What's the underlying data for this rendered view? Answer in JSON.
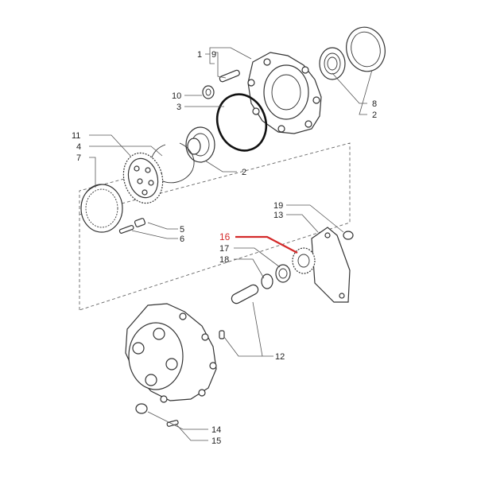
{
  "diagram": {
    "highlight_color": "#d42a2a",
    "labels": {
      "l1": "1",
      "l9": "9",
      "l10": "10",
      "l3": "3",
      "l8": "8",
      "l2a": "2",
      "l11": "11",
      "l4": "4",
      "l7": "7",
      "l2b": "2",
      "l5": "5",
      "l6": "6",
      "l19": "19",
      "l13": "13",
      "l16": "16",
      "l17": "17",
      "l18": "18",
      "l12": "12",
      "l14": "14",
      "l15": "15"
    },
    "highlighted_part": "16"
  }
}
